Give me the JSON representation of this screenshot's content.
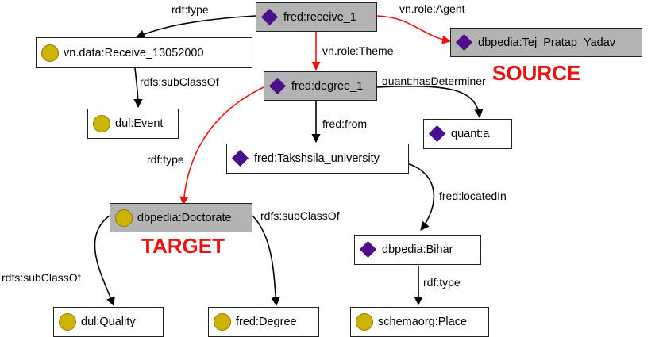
{
  "nodes": {
    "receive": {
      "label": "fred:receive_1",
      "icon": "diamond-icon"
    },
    "tej": {
      "label": "dbpedia:Tej_Pratap_Yadav",
      "icon": "diamond-icon"
    },
    "vnreceive": {
      "label": "vn.data:Receive_13052000",
      "icon": "circle-icon"
    },
    "degree1": {
      "label": "fred:degree_1",
      "icon": "diamond-icon"
    },
    "event": {
      "label": "dul:Event",
      "icon": "circle-icon"
    },
    "quanta": {
      "label": "quant:a",
      "icon": "diamond-icon"
    },
    "taksh": {
      "label": "fred:Takshsila_university",
      "icon": "diamond-icon"
    },
    "doctorate": {
      "label": "dbpedia:Doctorate",
      "icon": "circle-icon"
    },
    "bihar": {
      "label": "dbpedia:Bihar",
      "icon": "diamond-icon"
    },
    "quality": {
      "label": "dul:Quality",
      "icon": "circle-icon"
    },
    "fdegree": {
      "label": "fred:Degree",
      "icon": "circle-icon"
    },
    "place": {
      "label": "schemaorg:Place",
      "icon": "circle-icon"
    }
  },
  "edges": {
    "e1": "rdf:type",
    "e2": "vn.role:Agent",
    "e3": "vn.role:Theme",
    "e4": "rdfs:subClassOf",
    "e5": "quant:hasDeterminer",
    "e6": "fred:from",
    "e7": "rdf:type",
    "e8": "fred:locatedIn",
    "e9": "rdfs:subClassOf",
    "e10": "rdfs:subClassOf",
    "e11": "rdf:type"
  },
  "tags": {
    "source": "SOURCE",
    "target": "TARGET"
  },
  "colors": {
    "highlight_edge": "#ee1111",
    "normal_edge": "#000000",
    "tag": "#ee1111",
    "class_icon": "#ccb400",
    "instance_icon": "#4b0f8c"
  }
}
